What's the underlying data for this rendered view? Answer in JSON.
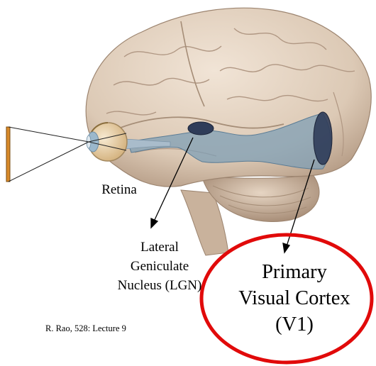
{
  "labels": {
    "retina": "Retina",
    "lgn_lines": [
      "Lateral",
      "Geniculate",
      "Nucleus (LGN)"
    ],
    "v1_lines": [
      "Primary",
      "Visual Cortex",
      "(V1)"
    ]
  },
  "credit": "R. Rao, 528: Lecture 9",
  "colors": {
    "brain": "#e0cfbc",
    "pathway": "#7f9fb5",
    "nucleus": "#2f3c59",
    "highlight_ring": "#e10a0a",
    "stimulus_bar": "#d88a2a"
  }
}
